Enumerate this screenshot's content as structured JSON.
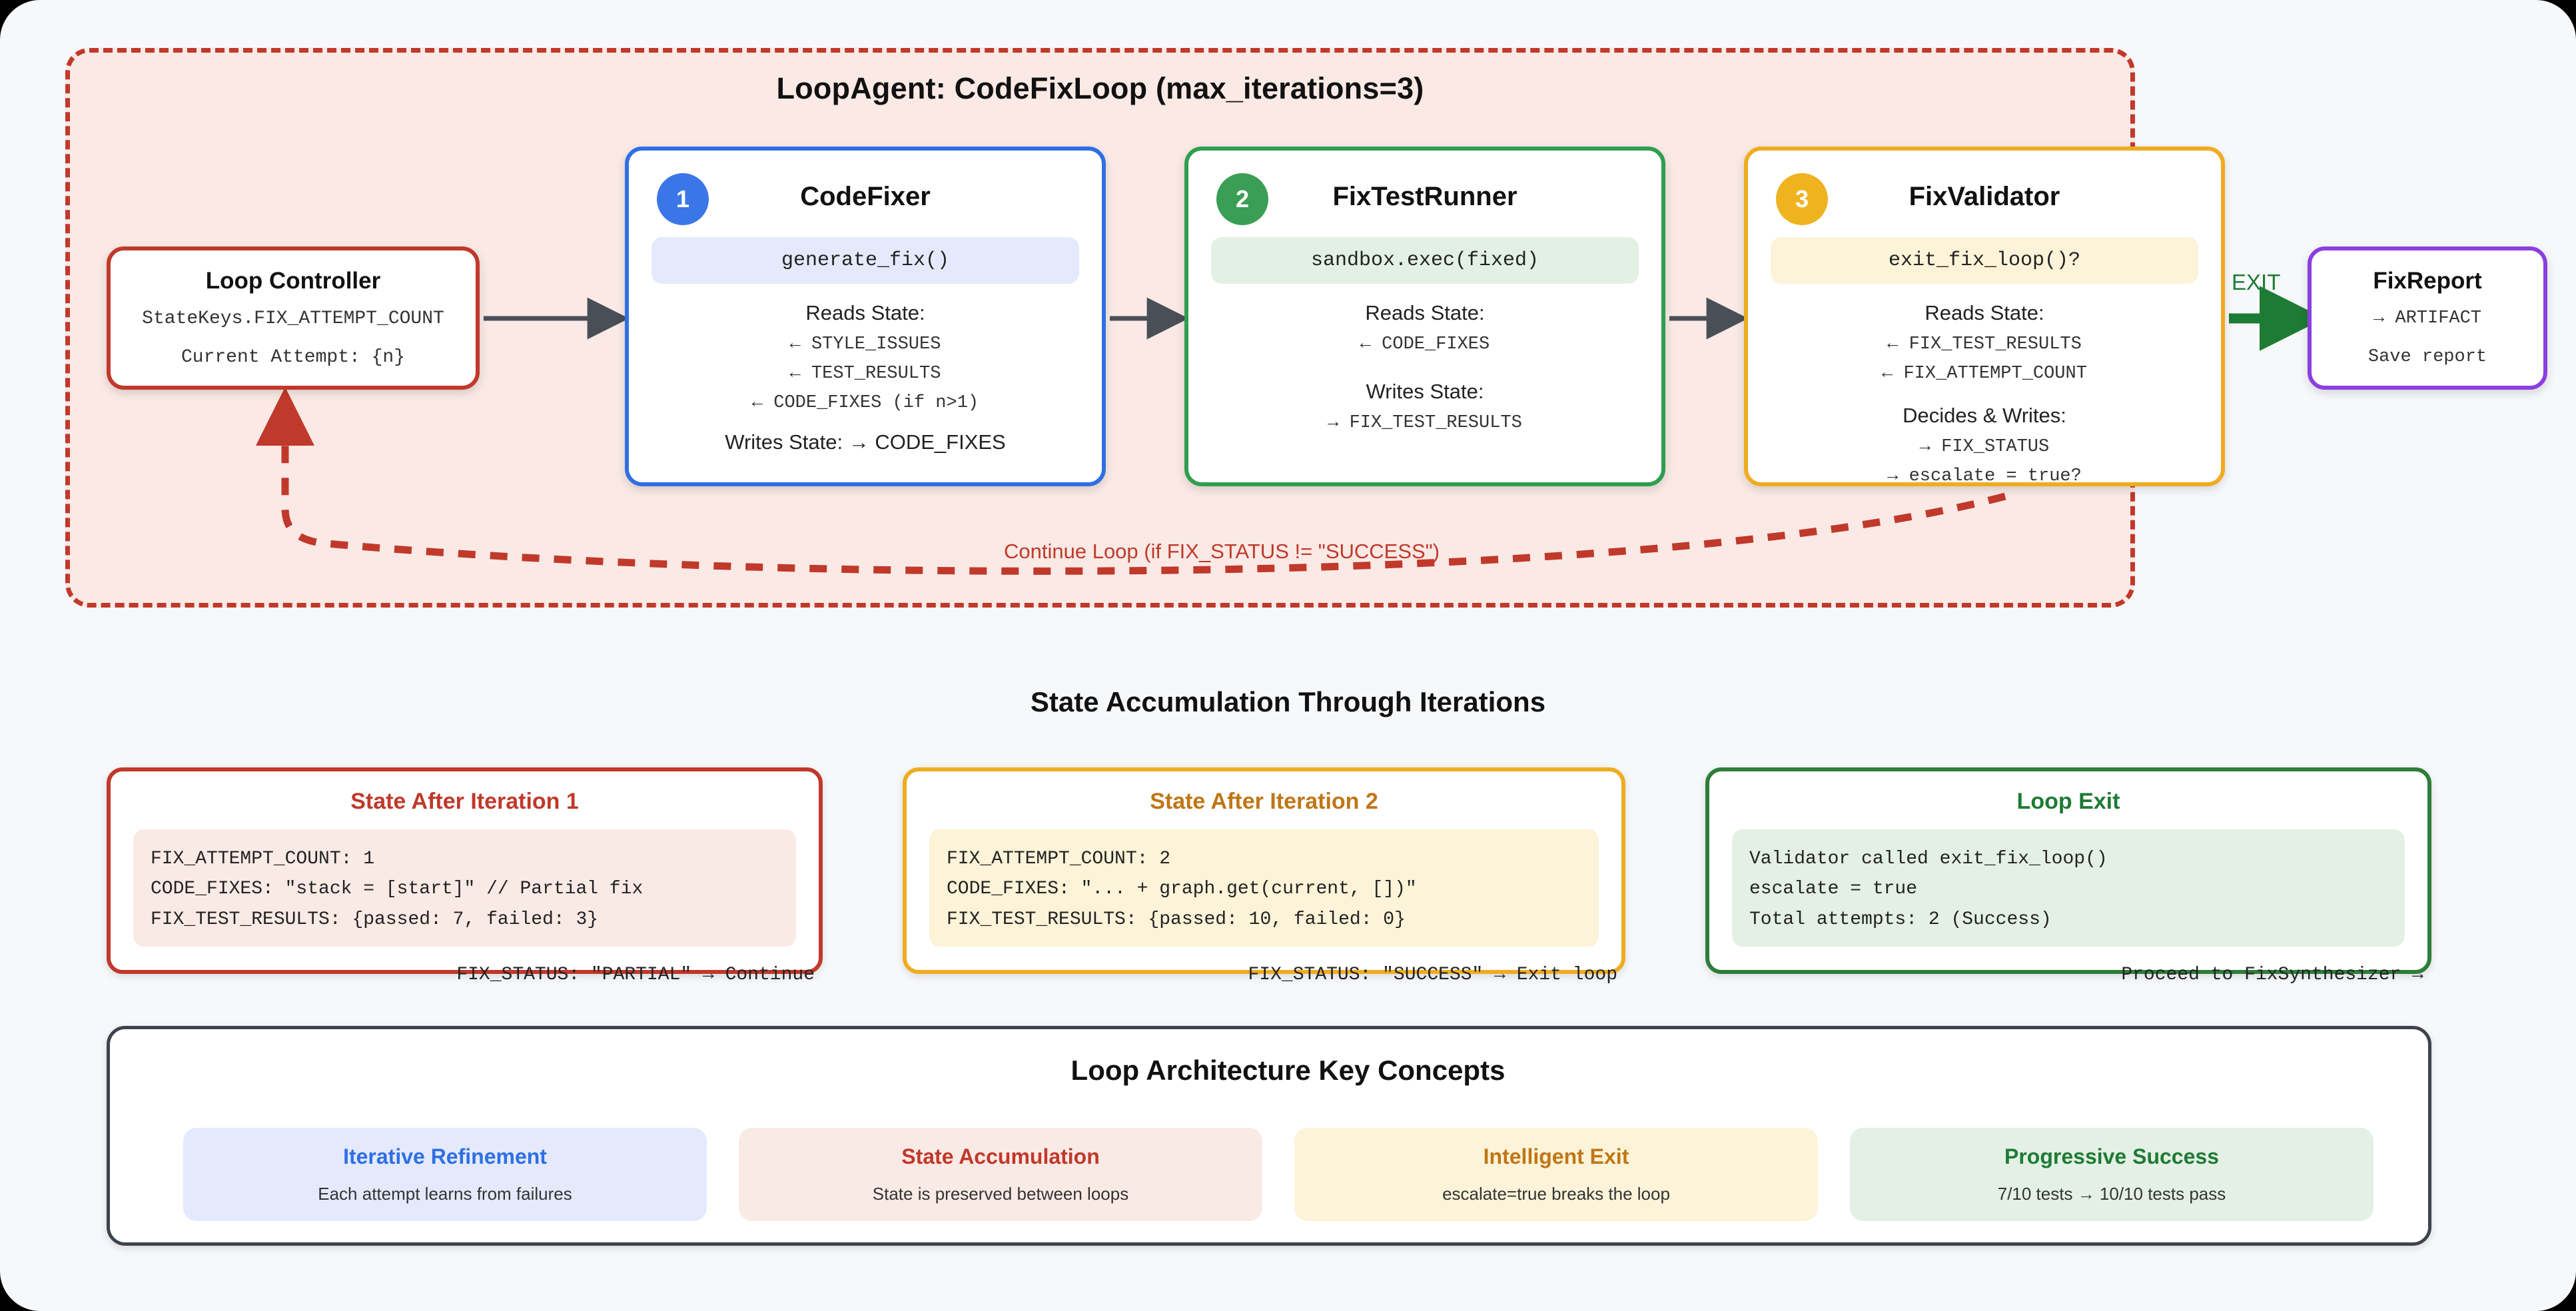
{
  "loop": {
    "title": "LoopAgent: CodeFixLoop (max_iterations=3)",
    "continue_label": "Continue Loop (if FIX_STATUS != \"SUCCESS\")",
    "exit_label": "EXIT"
  },
  "controller": {
    "title": "Loop Controller",
    "line1": "StateKeys.FIX_ATTEMPT_COUNT",
    "line2": "Current Attempt: {n}"
  },
  "agents": [
    {
      "badge": "1",
      "title": "CodeFixer",
      "code": "generate_fix()",
      "reads_head": "Reads State:",
      "reads": [
        "← STYLE_ISSUES",
        "← TEST_RESULTS",
        "← CODE_FIXES (if n>1)"
      ],
      "writes_head": "Writes State: → CODE_FIXES",
      "writes": [],
      "accent": "#2f6fe4"
    },
    {
      "badge": "2",
      "title": "FixTestRunner",
      "code": "sandbox.exec(fixed)",
      "reads_head": "Reads State:",
      "reads": [
        "← CODE_FIXES"
      ],
      "writes_head": "Writes State:",
      "writes": [
        "→ FIX_TEST_RESULTS"
      ],
      "accent": "#2e9e4f"
    },
    {
      "badge": "3",
      "title": "FixValidator",
      "code": "exit_fix_loop()?",
      "reads_head": "Reads State:",
      "reads": [
        "← FIX_TEST_RESULTS",
        "← FIX_ATTEMPT_COUNT"
      ],
      "writes_head": "Decides & Writes:",
      "writes": [
        "→ FIX_STATUS",
        "→ escalate = true?"
      ],
      "accent": "#eeac20"
    }
  ],
  "report": {
    "title": "FixReport",
    "line1": "→ ARTIFACT",
    "line2": "Save report"
  },
  "state_section": {
    "title": "State Accumulation Through Iterations",
    "cards": [
      {
        "title": "State After Iteration 1",
        "lines": [
          "FIX_ATTEMPT_COUNT: 1",
          "CODE_FIXES: \"stack = [start]\" // Partial fix",
          "FIX_TEST_RESULTS: {passed: 7, failed: 3}"
        ],
        "footer": "FIX_STATUS: \"PARTIAL\" → Continue"
      },
      {
        "title": "State After Iteration 2",
        "lines": [
          "FIX_ATTEMPT_COUNT: 2",
          "CODE_FIXES: \"... + graph.get(current, [])\"",
          "FIX_TEST_RESULTS: {passed: 10, failed: 0}"
        ],
        "footer": "FIX_STATUS: \"SUCCESS\" → Exit loop"
      },
      {
        "title": "Loop Exit",
        "lines": [
          "Validator called exit_fix_loop()",
          "escalate = true",
          "Total attempts: 2 (Success)"
        ],
        "footer": "Proceed to FixSynthesizer →"
      }
    ]
  },
  "concepts_section": {
    "title": "Loop Architecture Key Concepts",
    "items": [
      {
        "title": "Iterative Refinement",
        "sub": "Each attempt learns from failures"
      },
      {
        "title": "State Accumulation",
        "sub": "State is preserved between loops"
      },
      {
        "title": "Intelligent Exit",
        "sub": "escalate=true breaks the loop"
      },
      {
        "title": "Progressive Success",
        "sub": "7/10 tests → 10/10 tests pass"
      }
    ]
  },
  "colors": {
    "loop_border": "#c0392b",
    "loop_fill": "#fae9e5",
    "agent1": "#2f6fe4",
    "agent2": "#2e9e4f",
    "agent3": "#eeac20",
    "report": "#8b3fe0",
    "exit_arrow": "#1e7b34",
    "connector": "#4a4f57"
  }
}
